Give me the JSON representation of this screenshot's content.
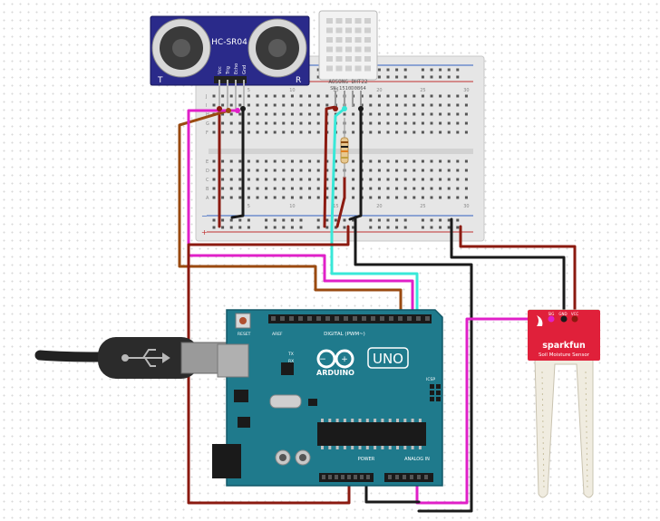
{
  "ultrasonic": {
    "model": "HC-SR04",
    "left_mark": "T",
    "right_mark": "R",
    "pins": [
      "Vcc",
      "Trig",
      "Echo",
      "Gnd"
    ]
  },
  "dht": {
    "label_line1": "AOSONG DHT22",
    "label_line2": "SN:1510D0864"
  },
  "breadboard": {
    "col_labels": [
      "5",
      "10",
      "15",
      "20",
      "25",
      "30"
    ],
    "row_labels_top": [
      "J",
      "I",
      "H",
      "G",
      "F"
    ],
    "row_labels_bottom": [
      "E",
      "D",
      "C",
      "B",
      "A"
    ]
  },
  "arduino": {
    "brand": "ARDUINO",
    "model": "UNO",
    "digital_label": "DIGITAL (PWM~)",
    "analog_label": "ANALOG IN",
    "power_label": "POWER",
    "icsp_label": "ICSP",
    "reset_label": "RESET",
    "tx_label": "TX",
    "rx_label": "RX",
    "aref_label": "AREF"
  },
  "soil_sensor": {
    "brand": "sparkfun",
    "name": "Soil Moisture Sensor",
    "pins": [
      "SIG",
      "GND",
      "VCC"
    ]
  },
  "colors": {
    "wire_red": "#8b1a10",
    "wire_black": "#1a1a1a",
    "wire_magenta": "#e020c8",
    "wire_cyan": "#38e8d8",
    "wire_brown": "#9a4a10",
    "arduino_board": "#1f7a8c",
    "sensor_board": "#2a2a8a",
    "sparkfun_red": "#e0203a"
  }
}
